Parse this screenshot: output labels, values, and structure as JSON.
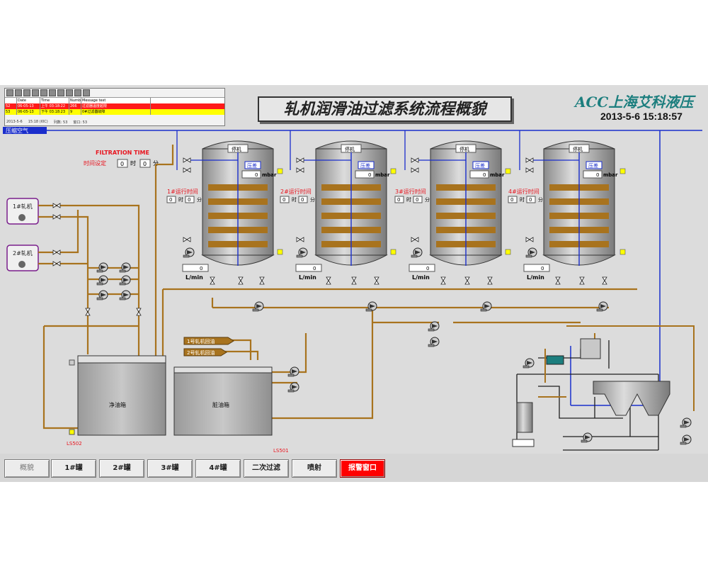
{
  "alarm_panel": {
    "headers": [
      "Date",
      "Time",
      "Numb",
      "Message text"
    ],
    "rows": [
      {
        "index": "52",
        "date": "06-05-13",
        "time": "上午 03:18:22",
        "num": "266",
        "text": "过滤器温度超限",
        "color": "#ff1a1a"
      },
      {
        "index": "53",
        "date": "06-05-13",
        "time": "下午 03:18:23",
        "num": "9",
        "text": "0#过滤器故障",
        "color": "#ffff00"
      }
    ],
    "status": [
      "2013-5-6",
      "15:18 (I0C)",
      "列数: 53",
      "窗口: 53"
    ]
  },
  "title": "轧机润滑油过滤系统流程概貌",
  "brand": "ACC上海艾科液压",
  "datetime": "2013-5-6 15:18:57",
  "air_label": "压缩空气",
  "filtration": {
    "title": "FILTRATION TIME",
    "label": "时间设定",
    "hours": "0",
    "hour_unit": "时",
    "minutes": "0",
    "minute_unit": "分"
  },
  "mills": [
    {
      "label": "1#轧机"
    },
    {
      "label": "2#轧机"
    }
  ],
  "filters": [
    {
      "lid": "停机",
      "dp_label": "压差",
      "dp_value": "0",
      "dp_unit": "mbar",
      "run_label": "1#运行时间",
      "run_h": "0",
      "run_m": "0",
      "h_unit": "时",
      "m_unit": "分",
      "flow": "0",
      "flow_unit": "L/min"
    },
    {
      "lid": "停机",
      "dp_label": "压差",
      "dp_value": "0",
      "dp_unit": "mbar",
      "run_label": "2#运行时间",
      "run_h": "0",
      "run_m": "0",
      "h_unit": "时",
      "m_unit": "分",
      "flow": "0",
      "flow_unit": "L/min"
    },
    {
      "lid": "停机",
      "dp_label": "压差",
      "dp_value": "0",
      "dp_unit": "mbar",
      "run_label": "3#运行时间",
      "run_h": "0",
      "run_m": "0",
      "h_unit": "时",
      "m_unit": "分",
      "flow": "0",
      "flow_unit": "L/min"
    },
    {
      "lid": "停机",
      "dp_label": "压差",
      "dp_value": "0",
      "dp_unit": "mbar",
      "run_label": "4#运行时间",
      "run_h": "0",
      "run_m": "0",
      "h_unit": "时",
      "m_unit": "分",
      "flow": "0",
      "flow_unit": "L/min"
    }
  ],
  "returns": [
    "1号轧机回油",
    "2号轧机回油"
  ],
  "tanks": {
    "clean": "净油箱",
    "dirty": "脏油箱",
    "ls_clean": "LS502",
    "ls_dirty": "LS501"
  },
  "nav": [
    {
      "label": "概貌",
      "state": "dim"
    },
    {
      "label": "1#罐",
      "state": ""
    },
    {
      "label": "2#罐",
      "state": ""
    },
    {
      "label": "3#罐",
      "state": ""
    },
    {
      "label": "4#罐",
      "state": ""
    },
    {
      "label": "二次过滤",
      "state": ""
    },
    {
      "label": "喷射",
      "state": ""
    },
    {
      "label": "报警窗口",
      "state": "alarm"
    }
  ],
  "colors": {
    "pipe_oil": "#a8731e",
    "pipe_air": "#1a2ecc",
    "pipe_black": "#1e1e1e",
    "alarm_red": "#ff0000",
    "brand_teal": "#1c7e7e",
    "label_red": "#e8141e"
  }
}
